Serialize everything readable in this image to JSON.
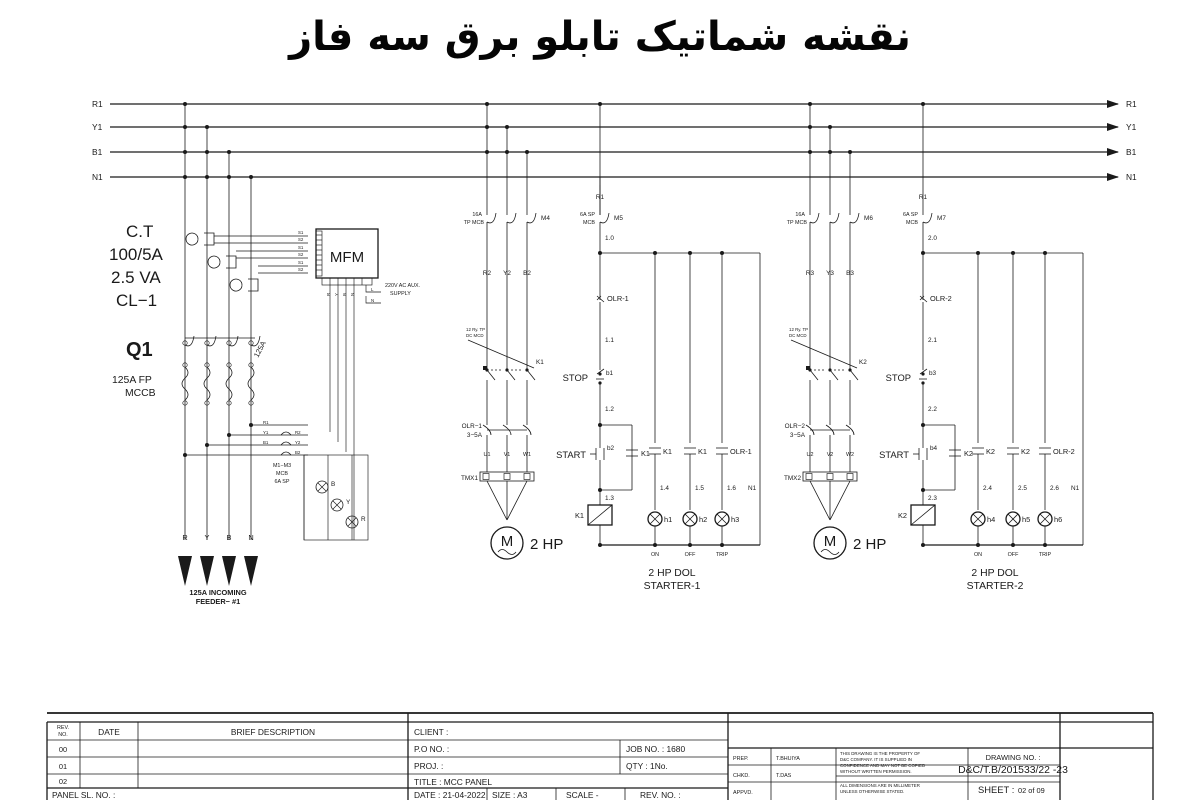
{
  "page": {
    "title_fa": "نقشه شماتیک تابلو برق سه فاز",
    "background": "#ffffff",
    "line_color": "#1a1a1a"
  },
  "busbars": {
    "left_labels": [
      "R1",
      "Y1",
      "B1",
      "N1"
    ],
    "right_labels": [
      "R1",
      "Y1",
      "B1",
      "N1"
    ]
  },
  "ct": {
    "line1": "C.T",
    "line2": "100/5A",
    "line3": "2.5  VA",
    "line4": "CL−1"
  },
  "meter": {
    "label": "MFM",
    "aux_supply_line1": "220V AC AUX.",
    "aux_supply_line2": "SUPPLY",
    "terminal_labels": [
      "S1",
      "S2",
      "S1",
      "S2",
      "S1",
      "S2"
    ],
    "bottom_terminals": [
      "R",
      "Y",
      "B",
      "N"
    ]
  },
  "breaker": {
    "tag": "Q1",
    "rating_line1": "125A  FP",
    "rating_line2": "MCCB",
    "pole_label": "125A"
  },
  "control_mcb": {
    "label_line1": "M1−M3",
    "label_line2": "MCB",
    "label_line3": "6A  SP",
    "left_terminals": [
      "R1",
      "Y1",
      "B1"
    ],
    "right_terminals": [
      "R2",
      "Y2",
      "B2"
    ]
  },
  "phase_lamps": [
    {
      "tag": "B"
    },
    {
      "tag": "Y"
    },
    {
      "tag": "R"
    }
  ],
  "incoming": {
    "terminals": [
      "R",
      "Y",
      "B",
      "N"
    ],
    "caption_line1": "125A  INCOMING",
    "caption_line2": "FEEDER−  #1"
  },
  "starters": [
    {
      "name": "starter-1",
      "caption_line1": "2 HP DOL",
      "caption_line2": "STARTER-1",
      "power_mcb_line1": "16A",
      "power_mcb_line2": "TP  MCB",
      "power_mcb_tag": "M4",
      "control_mcb_line1": "6A SP",
      "control_mcb_line2": "MCB",
      "control_mcb_tag": "M5",
      "control_source": "R1",
      "phase_labels": [
        "R2",
        "Y2",
        "B2"
      ],
      "contactor": "K1",
      "contactor_note_line1": "12 Ry.  TP",
      "contactor_note_line2": "DC MCD",
      "olr_tag": "OLR-1",
      "olr_label_line1": "OLR−1",
      "olr_label_line2": "3−5A",
      "motor_terminals": [
        "U1",
        "V1",
        "W1"
      ],
      "terminal_block": "TMX1",
      "motor_symbol": "M",
      "motor_rating": "2 HP",
      "stop_label": "STOP",
      "stop_tag": "b1",
      "start_label": "START",
      "start_tag": "b2",
      "coil_tag": "K1",
      "aux_tags": [
        "K1",
        "K1",
        "K1",
        "OLR-1"
      ],
      "lamps": [
        {
          "tag": "h1",
          "caption": "ON",
          "contact": "K1",
          "rung": "1.4"
        },
        {
          "tag": "h2",
          "caption": "OFF",
          "contact": "K1",
          "rung": "1.5"
        },
        {
          "tag": "h3",
          "caption": "TRIP",
          "contact": "OLR-1",
          "rung": "1.6"
        }
      ],
      "rungs": [
        "1.0",
        "1.1",
        "1.2",
        "1.3"
      ],
      "neutral_label": "N1"
    },
    {
      "name": "starter-2",
      "caption_line1": "2 HP DOL",
      "caption_line2": "STARTER-2",
      "power_mcb_line1": "16A",
      "power_mcb_line2": "TP  MCB",
      "power_mcb_tag": "M6",
      "control_mcb_line1": "6A SP",
      "control_mcb_line2": "MCB",
      "control_mcb_tag": "M7",
      "control_source": "R1",
      "phase_labels": [
        "R3",
        "Y3",
        "B3"
      ],
      "contactor": "K2",
      "contactor_note_line1": "12 Ry.  TP",
      "contactor_note_line2": "DC MCD",
      "olr_tag": "OLR-2",
      "olr_label_line1": "OLR−2",
      "olr_label_line2": "3−5A",
      "motor_terminals": [
        "U2",
        "V2",
        "W2"
      ],
      "terminal_block": "TMX2",
      "motor_symbol": "M",
      "motor_rating": "2 HP",
      "stop_label": "STOP",
      "stop_tag": "b3",
      "start_label": "START",
      "start_tag": "b4",
      "coil_tag": "K2",
      "aux_tags": [
        "K2",
        "K2",
        "K2",
        "OLR-2"
      ],
      "lamps": [
        {
          "tag": "h4",
          "caption": "ON",
          "contact": "K2",
          "rung": "2.4"
        },
        {
          "tag": "h5",
          "caption": "OFF",
          "contact": "K2",
          "rung": "2.5"
        },
        {
          "tag": "h6",
          "caption": "TRIP",
          "contact": "OLR-2",
          "rung": "2.6"
        }
      ],
      "rungs": [
        "2.0",
        "2.1",
        "2.2",
        "2.3"
      ],
      "neutral_label": "N1"
    }
  ],
  "titleblock": {
    "rev_header": {
      "rev_no_line1": "REV.",
      "rev_no_line2": "NO.",
      "date": "DATE",
      "description": "BRIEF DESCRIPTION"
    },
    "rev_rows": [
      {
        "no": "00",
        "date": "",
        "description": ""
      },
      {
        "no": "01",
        "date": "",
        "description": ""
      },
      {
        "no": "02",
        "date": "",
        "description": ""
      }
    ],
    "panel_sl_no": "PANEL SL. NO. :",
    "client": "CLIENT :",
    "po_no": "P.O NO. :",
    "proj": "PROJ. :",
    "title": "TITLE :  MCC PANEL",
    "date": "DATE : 21-04-2022",
    "size": "SIZE : A3",
    "scale": "SCALE -",
    "rev_no": "REV. NO. :",
    "job_no": "JOB NO. : 1680",
    "qty": "QTY : 1No.",
    "prep_label": "PREP.",
    "prep_name": "T.BHUIYA",
    "chkd_label": "CHKD.",
    "chkd_name": "T.DAS",
    "appvd_label": "APPVD.",
    "appvd_name": "",
    "note1_l1": "THIS DRAWING IS THE PROPERTY OF",
    "note1_l2": "D&C COMPANY. IT IS SUPPLIED IN",
    "note1_l3": "CONFIDENCE AND MAY NOT BE COPIED",
    "note1_l4": "WITHOUT WRITTEN PERMISSION.",
    "note2_l1": "ALL DIMENSIONS ARE IN MILLIMETER",
    "note2_l2": "UNLESS OTHERWISE STATED.",
    "drawing_no_label": "DRAWING NO. :",
    "drawing_no_value": "D&C/T.B/201533/22 -23",
    "sheet_label": "SHEET :",
    "sheet_value": "02 of 09"
  }
}
